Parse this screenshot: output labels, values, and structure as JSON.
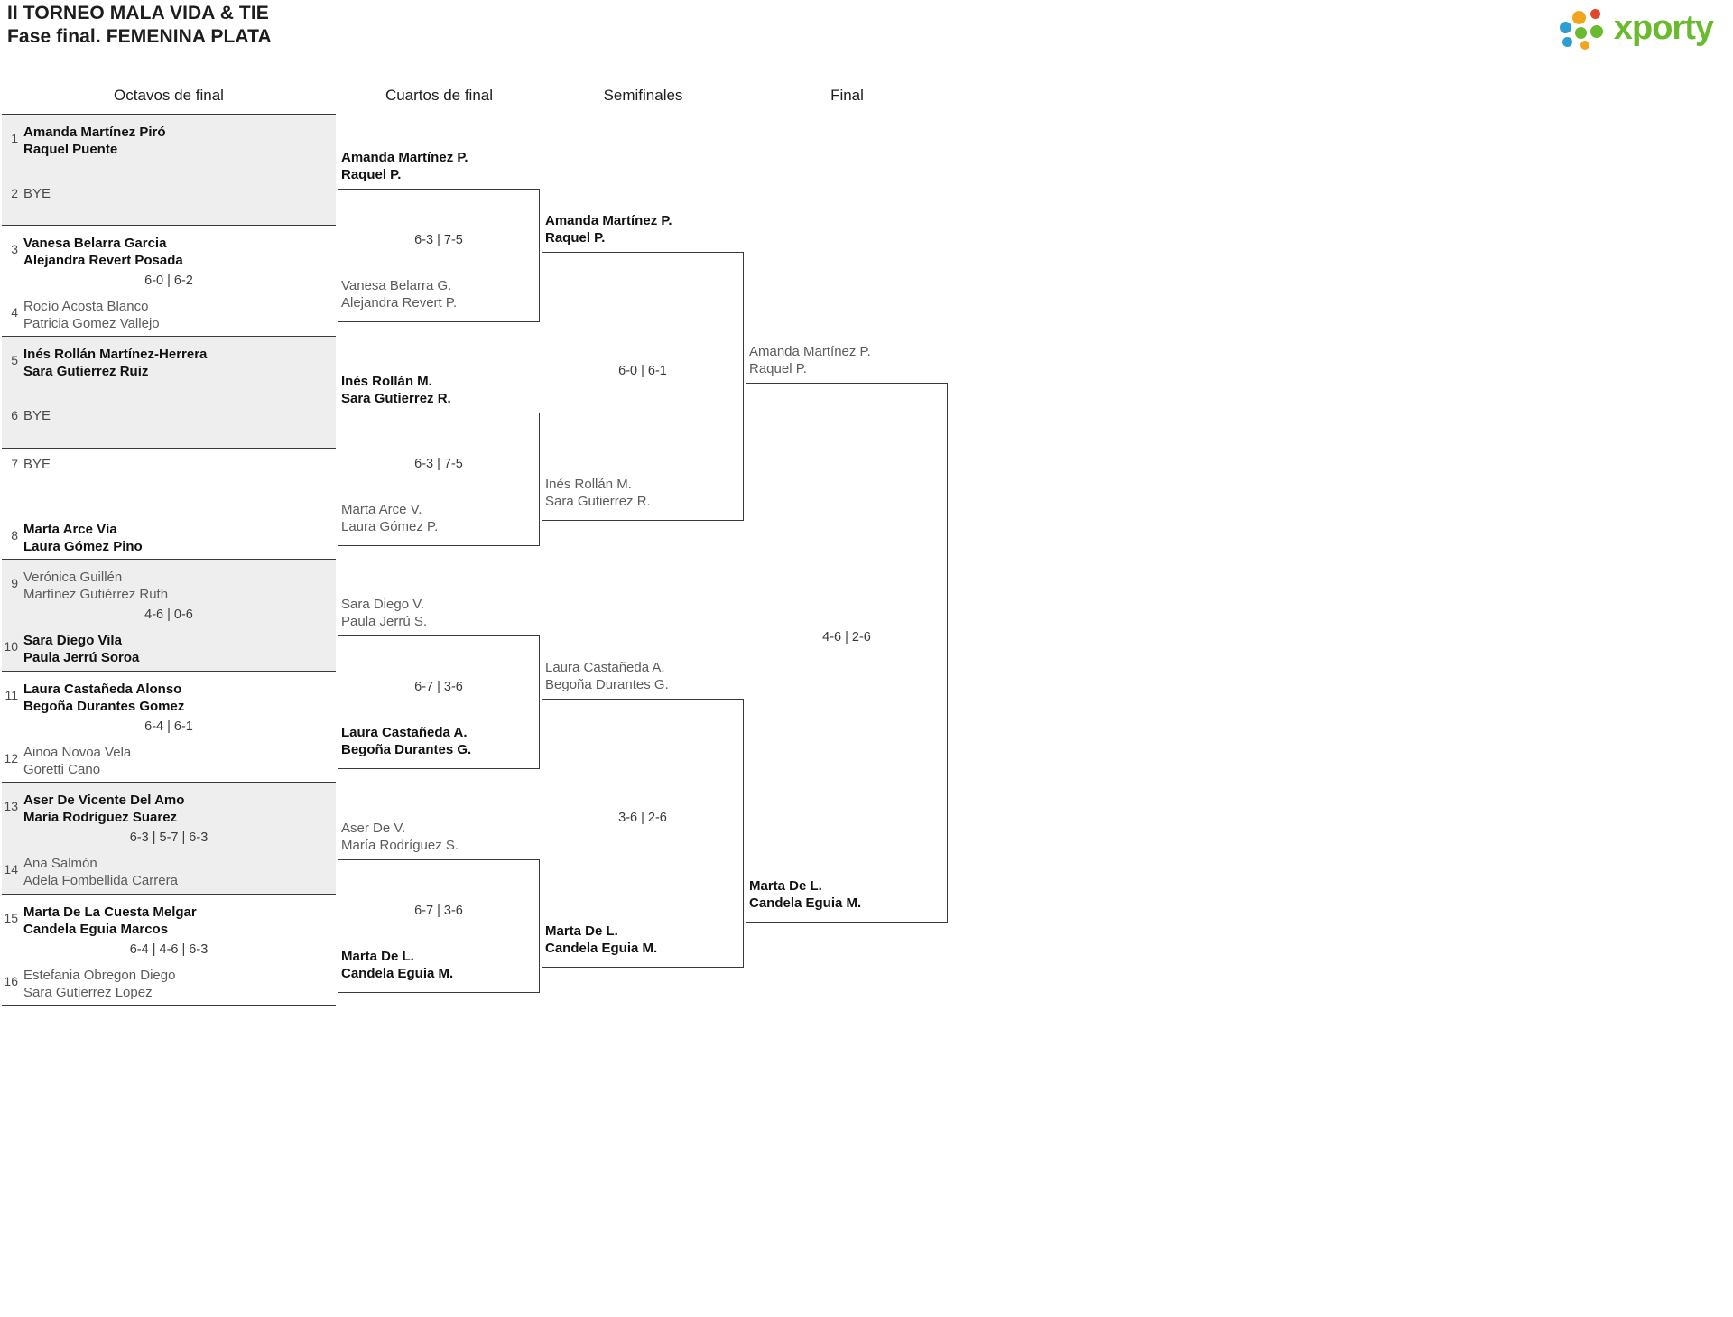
{
  "header": {
    "title_line1": "II TORNEO MALA VIDA & TIE",
    "title_line2": "Fase final. FEMENINA PLATA",
    "logo_word": "xporty",
    "logo_color": "#6aba2e"
  },
  "rounds": [
    {
      "label": "Octavos de final"
    },
    {
      "label": "Cuartos de final"
    },
    {
      "label": "Semifinales"
    },
    {
      "label": "Final"
    }
  ],
  "round1": {
    "matches": [
      {
        "score": "",
        "top": {
          "seed": "1",
          "line1": "Amanda Martínez Piró",
          "line2": "Raquel Puente",
          "result": "winner"
        },
        "bottom": {
          "seed": "2",
          "bye": "BYE"
        },
        "shaded": true
      },
      {
        "score": "6-0 | 6-2",
        "top": {
          "seed": "3",
          "line1": "Vanesa Belarra Garcia",
          "line2": "Alejandra Revert Posada",
          "result": "winner"
        },
        "bottom": {
          "seed": "4",
          "line1": "Rocío Acosta Blanco",
          "line2": "Patricia Gomez Vallejo",
          "result": "loser"
        },
        "shaded": false
      },
      {
        "score": "",
        "top": {
          "seed": "5",
          "line1": "Inés Rollán Martínez-Herrera",
          "line2": "Sara Gutierrez Ruiz",
          "result": "winner"
        },
        "bottom": {
          "seed": "6",
          "bye": "BYE"
        },
        "shaded": true
      },
      {
        "score": "",
        "top": {
          "seed": "7",
          "bye": "BYE"
        },
        "bottom": {
          "seed": "8",
          "line1": "Marta Arce Vía",
          "line2": "Laura Gómez Pino",
          "result": "winner"
        },
        "shaded": false
      },
      {
        "score": "4-6 | 0-6",
        "top": {
          "seed": "9",
          "line1": "Verónica Guillén",
          "line2": "Martínez Gutiérrez Ruth",
          "result": "loser"
        },
        "bottom": {
          "seed": "10",
          "line1": "Sara Diego Vila",
          "line2": "Paula Jerrú Soroa",
          "result": "winner"
        },
        "shaded": true
      },
      {
        "score": "6-4 | 6-1",
        "top": {
          "seed": "11",
          "line1": "Laura Castañeda Alonso",
          "line2": "Begoña Durantes Gomez",
          "result": "winner"
        },
        "bottom": {
          "seed": "12",
          "line1": "Ainoa Novoa Vela",
          "line2": "Goretti Cano",
          "result": "loser"
        },
        "shaded": false
      },
      {
        "score": "6-3 | 5-7 | 6-3",
        "top": {
          "seed": "13",
          "line1": "Aser De Vicente Del Amo",
          "line2": "María Rodríguez Suarez",
          "result": "winner"
        },
        "bottom": {
          "seed": "14",
          "line1": "Ana Salmón",
          "line2": "Adela Fombellida Carrera",
          "result": "loser"
        },
        "shaded": true
      },
      {
        "score": "6-4 | 4-6 | 6-3",
        "top": {
          "seed": "15",
          "line1": "Marta De La Cuesta Melgar",
          "line2": "Candela Eguia Marcos",
          "result": "winner"
        },
        "bottom": {
          "seed": "16",
          "line1": "Estefania Obregon Diego",
          "line2": "Sara Gutierrez Lopez",
          "result": "loser"
        },
        "shaded": false
      }
    ]
  },
  "round2": {
    "matches": [
      {
        "score": "6-3 | 7-5",
        "above": {
          "line1": "Amanda Martínez P.",
          "line2": "Raquel P.",
          "result": "winner"
        },
        "inside": {
          "line1": "Vanesa Belarra G.",
          "line2": "Alejandra Revert P.",
          "result": "loser"
        }
      },
      {
        "score": "6-3 | 7-5",
        "above": {
          "line1": "Inés Rollán M.",
          "line2": "Sara Gutierrez R.",
          "result": "winner"
        },
        "inside": {
          "line1": "Marta Arce V.",
          "line2": "Laura Gómez P.",
          "result": "loser"
        }
      },
      {
        "score": "6-7 | 3-6",
        "above": {
          "line1": "Sara Diego V.",
          "line2": "Paula Jerrú S.",
          "result": "loser"
        },
        "inside": {
          "line1": "Laura Castañeda A.",
          "line2": "Begoña Durantes G.",
          "result": "winner"
        }
      },
      {
        "score": "6-7 | 3-6",
        "above": {
          "line1": "Aser De V.",
          "line2": "María Rodríguez S.",
          "result": "loser"
        },
        "inside": {
          "line1": "Marta De L.",
          "line2": "Candela Eguia M.",
          "result": "winner"
        }
      }
    ]
  },
  "round3": {
    "matches": [
      {
        "score": "6-0 | 6-1",
        "above": {
          "line1": "Amanda Martínez P.",
          "line2": "Raquel P.",
          "result": "winner"
        },
        "inside": {
          "line1": "Inés Rollán M.",
          "line2": "Sara Gutierrez R.",
          "result": "loser"
        }
      },
      {
        "score": "3-6 | 2-6",
        "above": {
          "line1": "Laura Castañeda A.",
          "line2": "Begoña Durantes G.",
          "result": "loser"
        },
        "inside": {
          "line1": "Marta De L.",
          "line2": "Candela Eguia M.",
          "result": "winner"
        }
      }
    ]
  },
  "round4": {
    "matches": [
      {
        "score": "4-6 | 2-6",
        "above": {
          "line1": "Amanda Martínez P.",
          "line2": "Raquel P.",
          "result": "loser"
        },
        "inside": {
          "line1": "Marta De L.",
          "line2": "Candela Eguia M.",
          "result": "winner"
        }
      }
    ]
  }
}
